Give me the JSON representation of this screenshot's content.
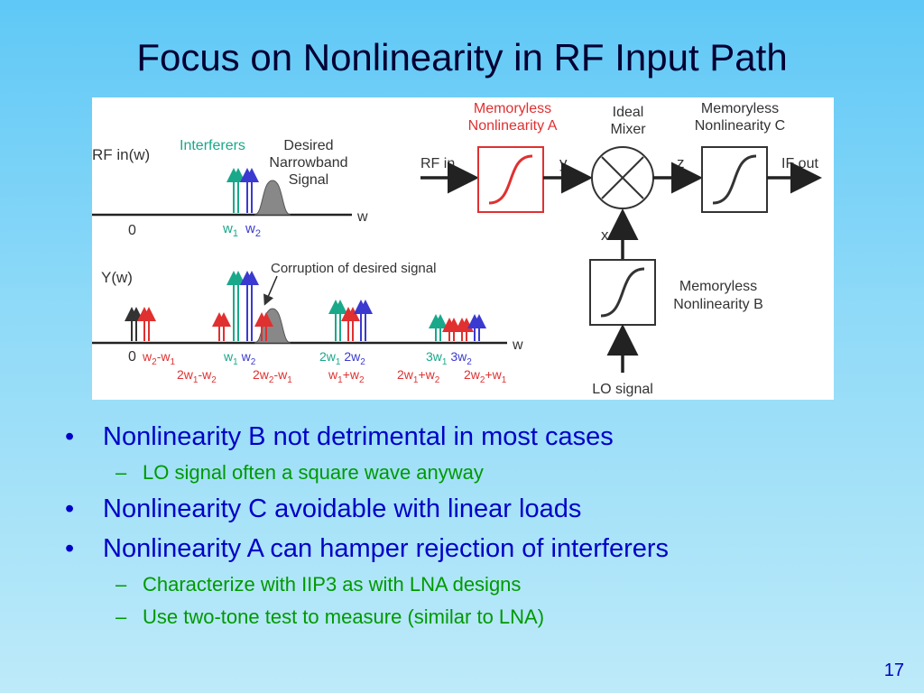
{
  "slide": {
    "title": "Focus on Nonlinearity in RF Input Path",
    "page_number": "17"
  },
  "figure": {
    "top_spectrum": {
      "axis_label": "RF in(w)",
      "interferers_label": "Interferers",
      "desired_label_line1": "Desired",
      "desired_label_line2": "Narrowband",
      "desired_label_line3": "Signal",
      "zero_label": "0",
      "w_axis_label": "w",
      "tone_w1": "w",
      "tone_w1_sub": "1",
      "tone_w2": "w",
      "tone_w2_sub": "2"
    },
    "bottom_spectrum": {
      "axis_label": "Y(w)",
      "corruption_label": "Corruption of desired signal",
      "zero_label": "0",
      "w_axis_label": "w",
      "products": [
        {
          "text": "w",
          "sub": "2",
          "text2": "-w",
          "sub2": "1"
        },
        {
          "text": "2w",
          "sub": "1",
          "text2": "-w",
          "sub2": "2"
        },
        {
          "text": "w",
          "sub": "1",
          "text2": " w",
          "sub2": "2"
        },
        {
          "text": "2w",
          "sub": "2",
          "text2": "-w",
          "sub2": "1"
        },
        {
          "text": "2w",
          "sub": "1",
          "text2": " 2w",
          "sub2": "2"
        },
        {
          "text": "w",
          "sub": "1",
          "text2": "+w",
          "sub2": "2"
        },
        {
          "text": "3w",
          "sub": "1",
          "text2": " 3w",
          "sub2": "2"
        },
        {
          "text": "2w",
          "sub": "1",
          "text2": "+w",
          "sub2": "2"
        },
        {
          "text": "2w",
          "sub": "2",
          "text2": "+w",
          "sub2": "1"
        }
      ]
    },
    "block_diagram": {
      "nonlin_a_line1": "Memoryless",
      "nonlin_a_line2": "Nonlinearity A",
      "mixer_line1": "Ideal",
      "mixer_line2": "Mixer",
      "nonlin_c_line1": "Memoryless",
      "nonlin_c_line2": "Nonlinearity C",
      "nonlin_b_line1": "Memoryless",
      "nonlin_b_line2": "Nonlinearity B",
      "rf_in": "RF in",
      "y_label": "y",
      "z_label": "z",
      "x_label": "x",
      "if_out": "IF out",
      "lo_signal": "LO signal"
    }
  },
  "bullets": [
    {
      "text": "Nonlinearity B not detrimental in most cases",
      "sub": [
        "LO signal often a square wave anyway"
      ]
    },
    {
      "text": "Nonlinearity C avoidable with linear loads",
      "sub": []
    },
    {
      "text": "Nonlinearity A can hamper rejection of interferers",
      "sub": [
        "Characterize with IIP3 as with LNA designs",
        "Use two-tone test to measure (similar to LNA)"
      ]
    }
  ],
  "colors": {
    "background": "#8fdaf8",
    "title": "#000033",
    "bullet_main": "#0000c8",
    "bullet_sub": "#009900",
    "red": "#e03030",
    "green": "#1aa88a",
    "blue": "#3a3ad0",
    "black": "#333333"
  }
}
